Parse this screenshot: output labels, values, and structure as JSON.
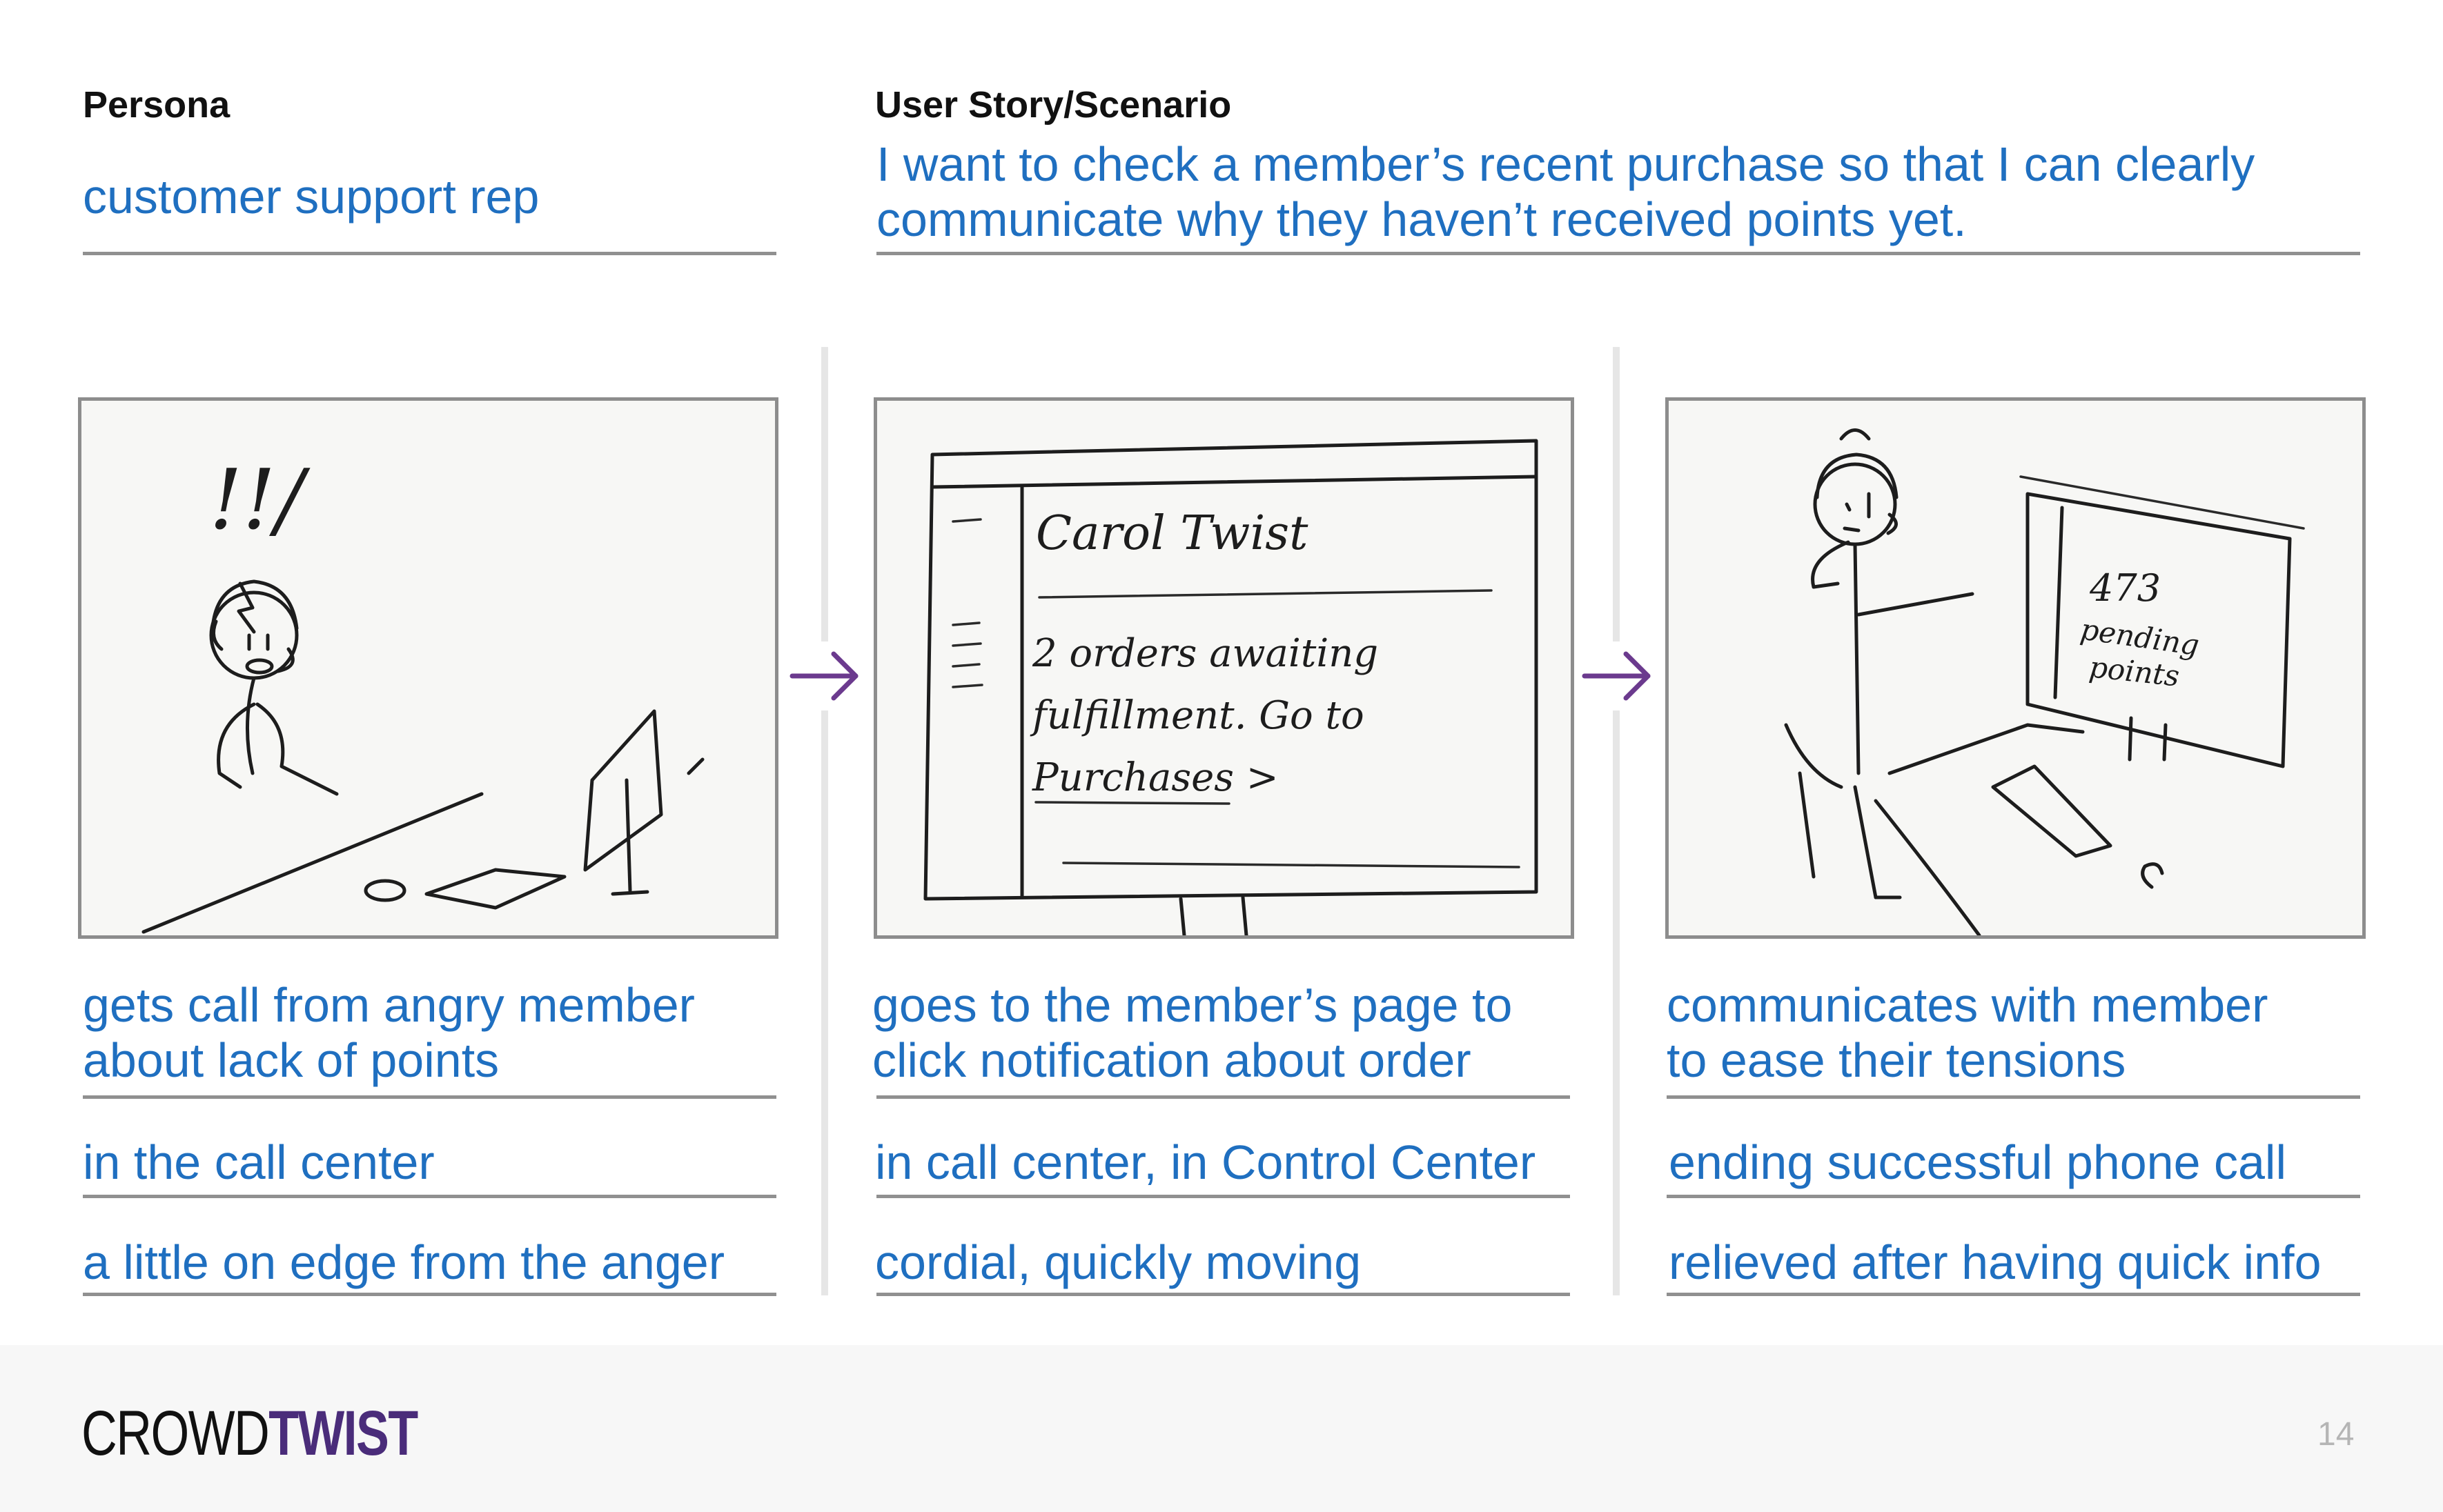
{
  "persona": {
    "heading": "Persona",
    "text": "customer support rep"
  },
  "story": {
    "heading": "User Story/Scenario",
    "line1": "I want to check a member’s recent purchase so that I can clearly",
    "line2": "communicate why they haven’t received points yet."
  },
  "panels": [
    {
      "sketch_text": [
        "!!/",
        "!"
      ],
      "action": [
        "gets call from angry member",
        "about lack of points"
      ],
      "context": "in the call center",
      "emotion": "a little on edge from the anger"
    },
    {
      "sketch_text": [
        "Carol Twist",
        "2 orders awaiting",
        "fulfillment. Go to",
        "Purchases >"
      ],
      "action": [
        "goes to the member’s page to",
        "click notification about order"
      ],
      "context": "in call center, in Control Center",
      "emotion": "cordial, quickly moving"
    },
    {
      "sketch_text": [
        "473",
        "pending",
        "points"
      ],
      "action": [
        "communicates with member",
        "to ease their tensions"
      ],
      "context": "ending successful phone call",
      "emotion": "relieved after having quick info"
    }
  ],
  "footer": {
    "logo_crowd": "CROWD",
    "logo_twist": "TWIST",
    "page_number": "14"
  },
  "colors": {
    "accent_blue": "#1f6fc0",
    "brand_purple": "#4a2c7a",
    "arrow_purple": "#6b3a8e",
    "rule_gray": "#909090"
  }
}
